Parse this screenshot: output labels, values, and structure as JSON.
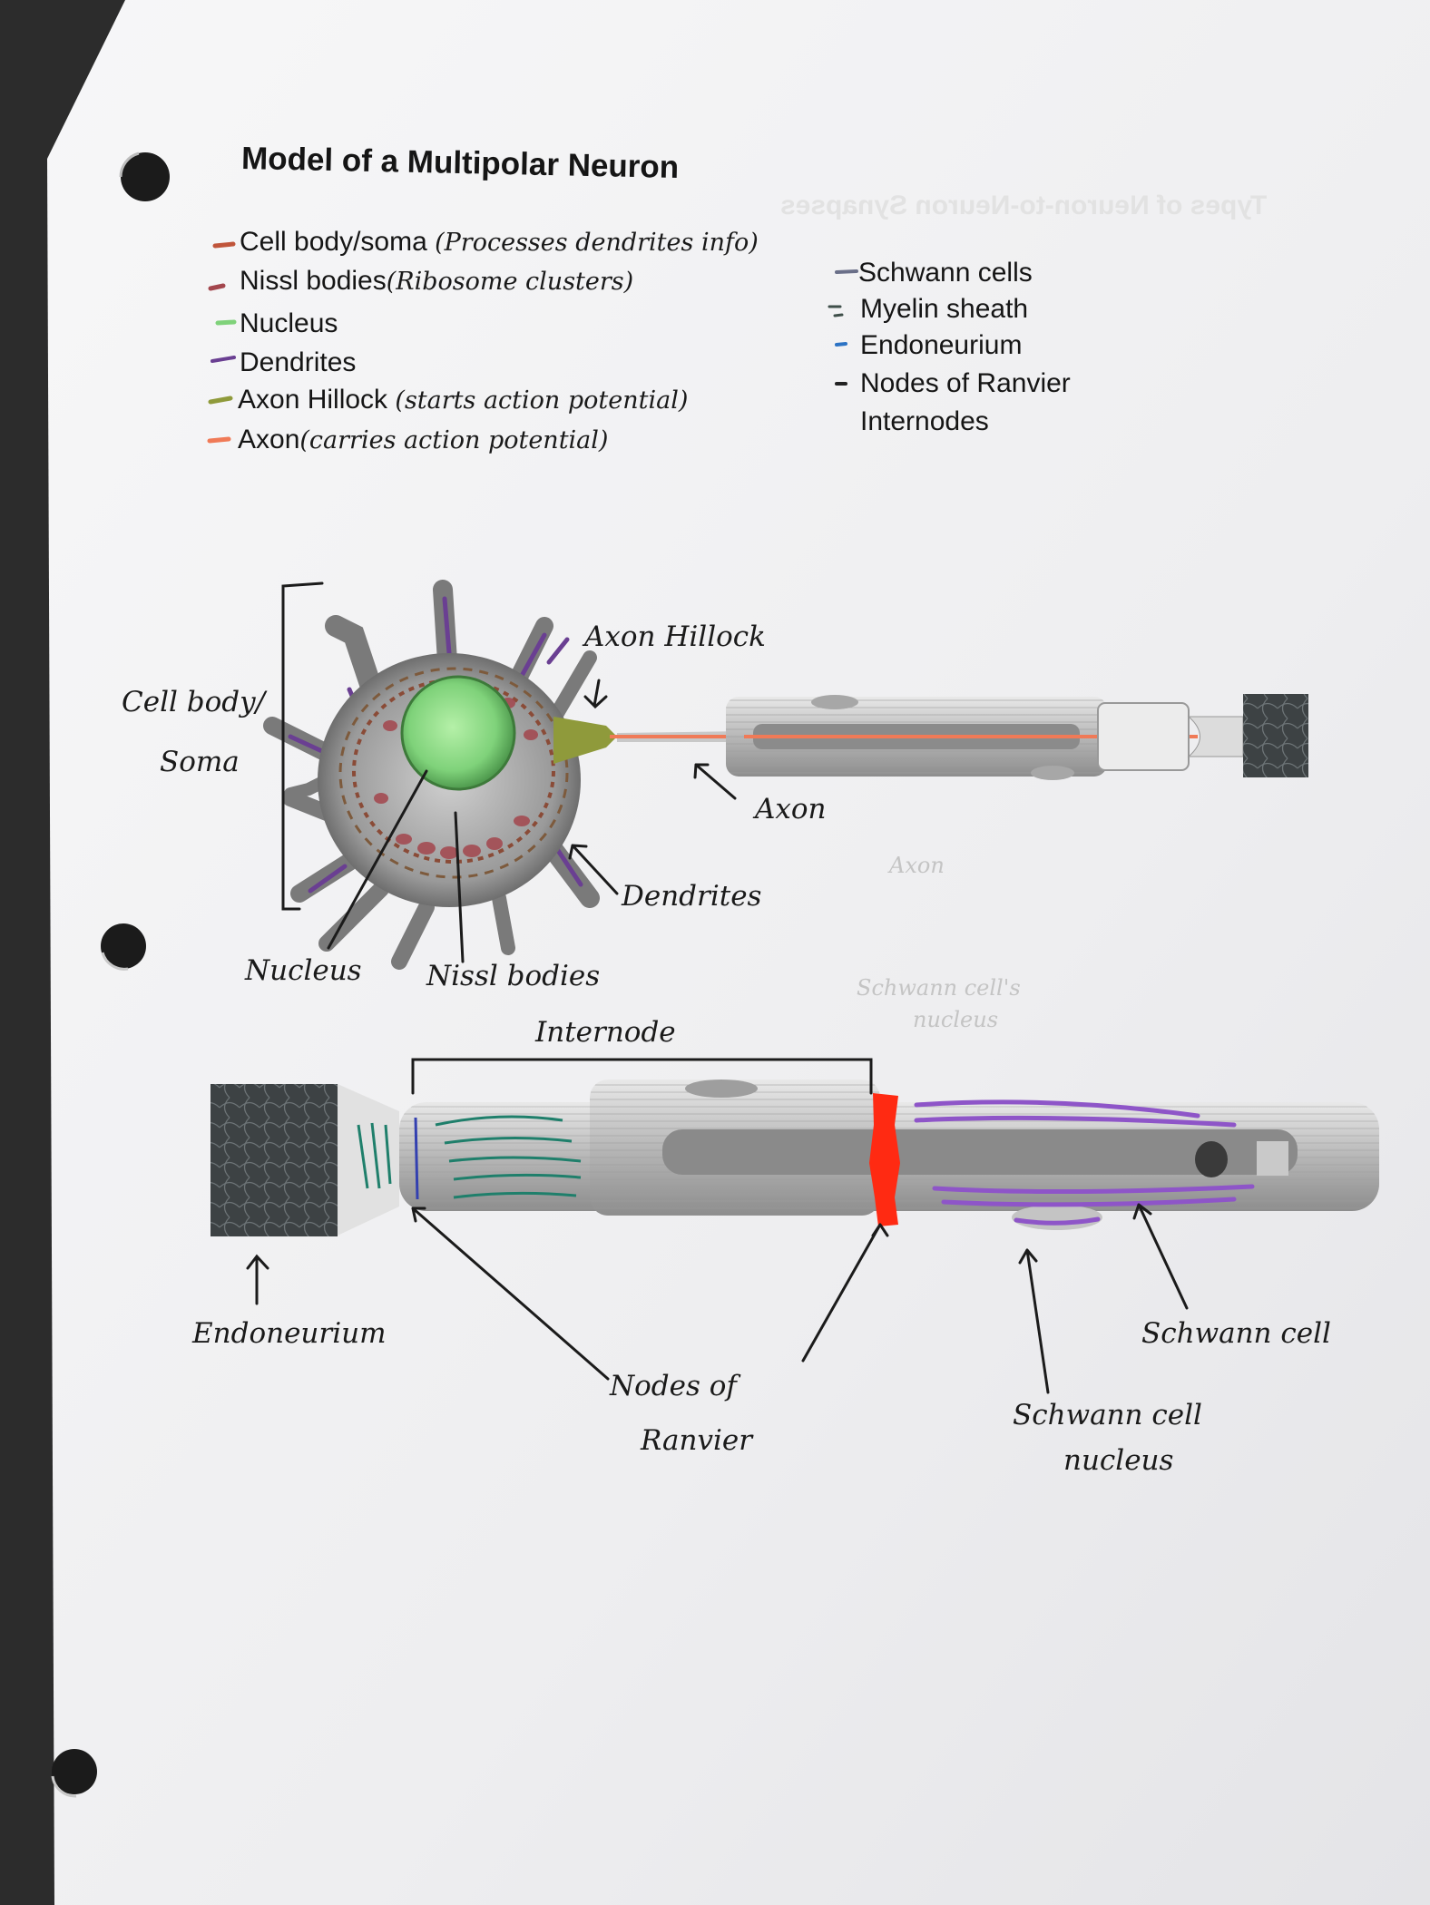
{
  "title": "Model of a Multipolar Neuron",
  "legend_left": [
    {
      "term": "Cell body/soma",
      "note": "(Processes dendrites info)",
      "color": "#c0553b"
    },
    {
      "term": "Nissl bodies",
      "note": "(Ribosome clusters)",
      "color": "#a3464d"
    },
    {
      "term": "Nucleus",
      "note": "",
      "color": "#7fd27a"
    },
    {
      "term": "Dendrites",
      "note": "",
      "color": "#6a3f92"
    },
    {
      "term": "Axon Hillock",
      "note": "(starts action potential)",
      "color": "#8f9a3b"
    },
    {
      "term": "Axon",
      "note": "(carries action potential)",
      "color": "#f07a57"
    }
  ],
  "legend_right": [
    {
      "term": "Schwann cells",
      "color": "#6a6f88"
    },
    {
      "term": "Myelin sheath",
      "color": "#3f4f49"
    },
    {
      "term": "Endoneurium",
      "color": "#2c73c4"
    },
    {
      "term": "Nodes of Ranvier",
      "color": "#222222"
    },
    {
      "term": "Internodes",
      "color": ""
    }
  ],
  "labels_top": {
    "cell_body": "Cell body/",
    "soma": "Soma",
    "axon_hillock": "Axon Hillock",
    "axon": "Axon",
    "dendrites": "Dendrites",
    "nucleus": "Nucleus",
    "nissl": "Nissl bodies"
  },
  "labels_bottom": {
    "internode": "Internode",
    "endoneurium": "Endoneurium",
    "nodes_line1": "Nodes of",
    "nodes_line2": "Ranvier",
    "schwann_cell": "Schwann cell",
    "schwann_nucleus_line1": "Schwann cell",
    "schwann_nucleus_line2": "nucleus"
  },
  "ghost_text": {
    "axon": "Axon",
    "schwann_nucleus_line1": "Schwann cell's",
    "schwann_nucleus_line2": "nucleus",
    "bleed_heading": "Types of Neuron-to-Neuron Synapses"
  },
  "colors": {
    "paper": "#f1f1f3",
    "soma": "#8c8c8c",
    "nucleus": "#7fd27a",
    "axon": "#f07a57",
    "dendrite_marker": "#6a3f92",
    "node_highlight": "#ff2a12",
    "endoneurium_marker": "#1f7f6b",
    "schwann_marker": "#8e55c8"
  }
}
